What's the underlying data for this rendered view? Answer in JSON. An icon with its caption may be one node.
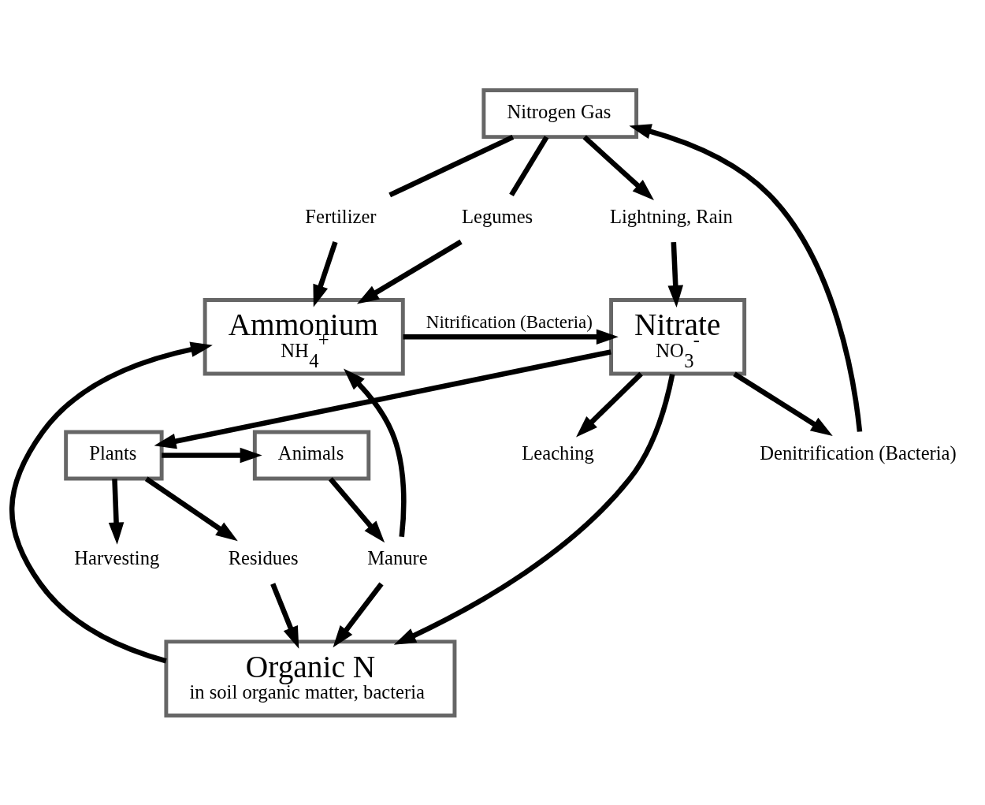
{
  "diagram": {
    "nodes": [
      {
        "text": [
          "Nitrogen Gas"
        ]
      },
      {
        "text": [
          "Lightning, Rain"
        ]
      },
      {
        "text": [
          "Harvesting"
        ]
      },
      {
        "text": [
          "Plants"
        ]
      },
      {
        "text": [
          "Animals"
        ]
      },
      {
        "text": [
          "Residues"
        ]
      },
      {
        "text": [
          "Manure"
        ]
      },
      {
        "text": [
          "Legumes"
        ]
      },
      {
        "text": [
          "Fertilizer"
        ]
      },
      {
        "text": [
          "Organic N",
          "in soil organic matter, bacteria"
        ]
      },
      {
        "text": [
          "Denitrification (Bacteria)"
        ]
      },
      {
        "text": [
          "Nitrate",
          "NO$_{3}$$^{-}$"
        ]
      },
      {
        "text": [
          "Ammonium",
          "NH$_{4}$$^{+}$"
        ]
      },
      {
        "text": [
          "Leaching"
        ]
      }
    ],
    "edges": [
      {
        "from": 0,
        "to": 1,
        "arrow": "to"
      },
      {
        "from": 1,
        "to": 11,
        "arrow": "to"
      },
      {
        "from": 10,
        "to": 0,
        "arrow": "to"
      },
      {
        "from": 11,
        "to": 10,
        "arrow": "to"
      },
      {
        "from": 11,
        "to": 3,
        "arrow": "to"
      },
      {
        "from": 11,
        "to": 9,
        "arrow": "to"
      },
      {
        "from": 11,
        "to": 13,
        "arrow": "to"
      },
      {
        "from": 3,
        "to": 2,
        "arrow": "to"
      },
      {
        "from": 3,
        "to": 4,
        "arrow": "to"
      },
      {
        "from": 3,
        "to": 5,
        "arrow": "to"
      },
      {
        "from": 4,
        "to": 6,
        "arrow": "to"
      },
      {
        "from": 5,
        "to": 9,
        "arrow": "to"
      },
      {
        "from": 6,
        "to": 9,
        "arrow": "to"
      },
      {
        "from": 6,
        "to": 12,
        "arrow": "to"
      },
      {
        "from": 9,
        "to": 12,
        "arrow": "to"
      },
      {
        "from": 0,
        "to": 7,
        "arrow": "none"
      },
      {
        "from": 7,
        "to": 12,
        "arrow": "to"
      },
      {
        "from": 0,
        "to": 8,
        "arrow": "none"
      },
      {
        "from": 8,
        "to": 12,
        "arrow": "to"
      },
      {
        "from": 12,
        "to": 11,
        "label": "Nitrification (Bacteria)",
        "arrow": "to"
      }
    ]
  }
}
